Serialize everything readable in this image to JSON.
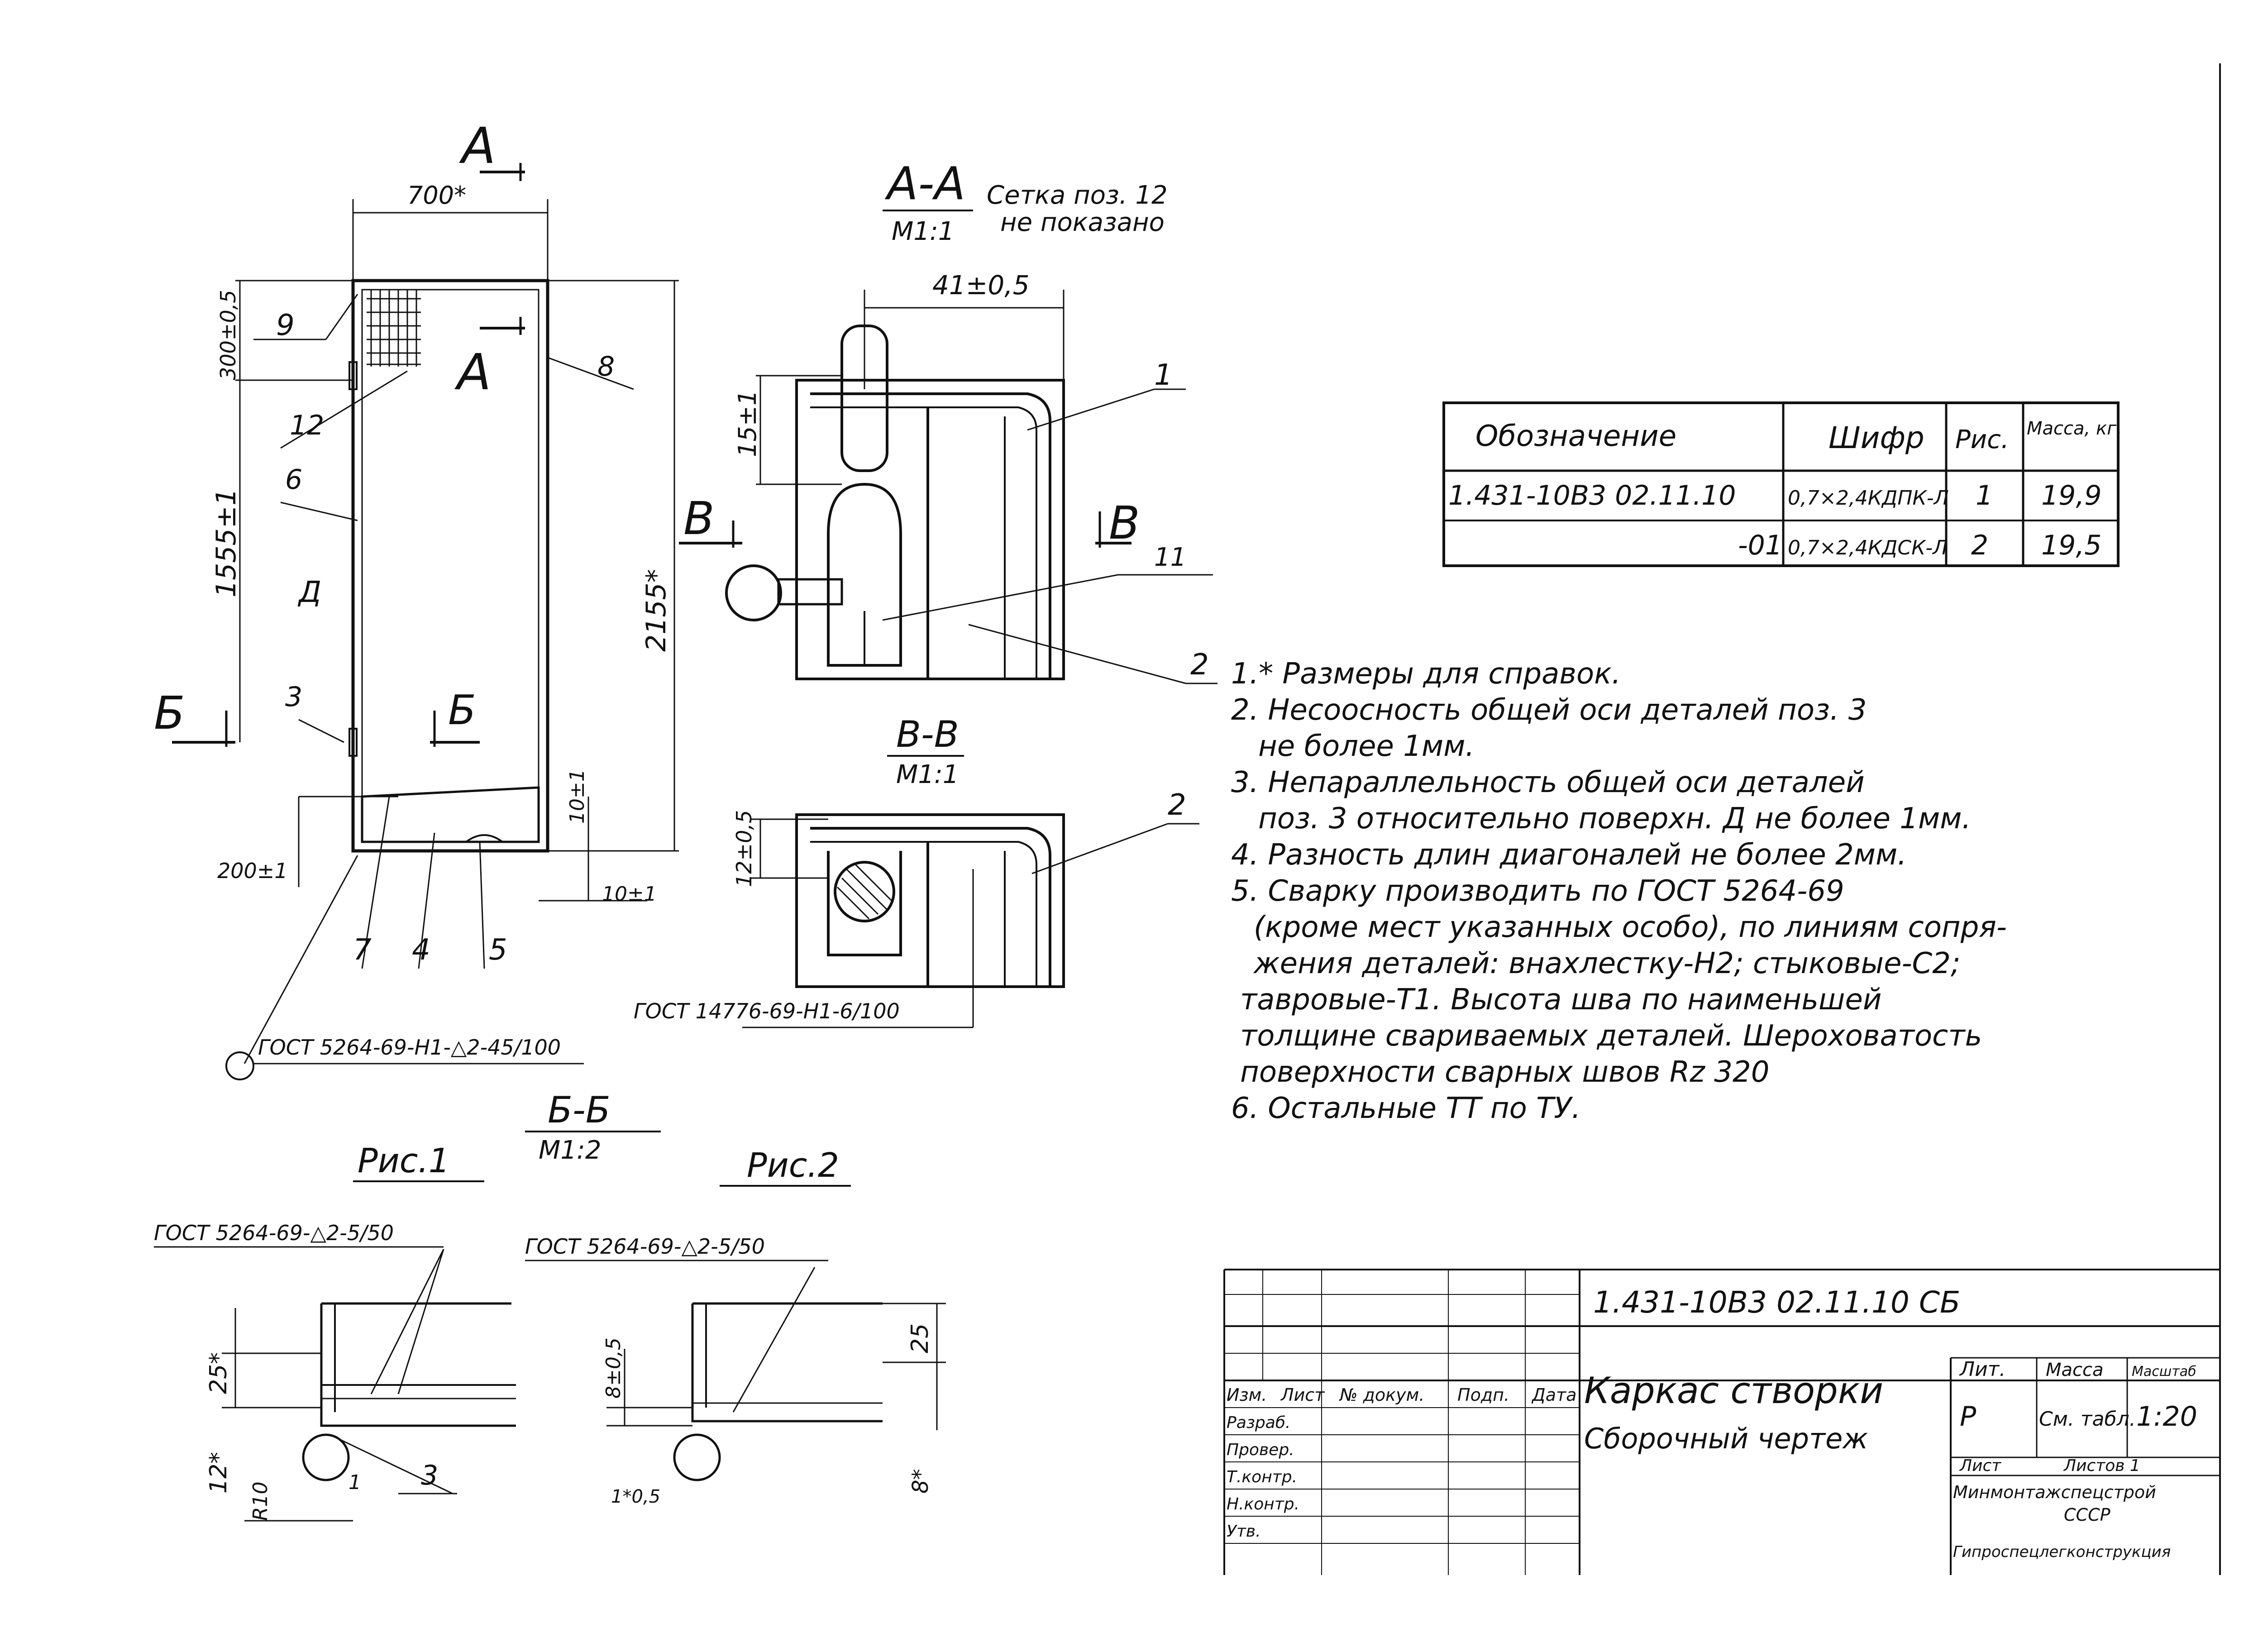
{
  "drawing": {
    "main_view": {
      "width_dim": "700*",
      "height_dim": "2155*",
      "dim_300": "300±0,5",
      "dim_1555": "1555±1",
      "dim_200": "200±1",
      "dim_10a": "10±1",
      "dim_10b": "10±1",
      "section_letter_a": "А",
      "section_letter_b": "Б",
      "surface_d": "Д",
      "pos_labels": {
        "p9": "9",
        "p12": "12",
        "p6": "6",
        "p3": "3",
        "p8": "8",
        "p7": "7",
        "p4": "4",
        "p5": "5"
      },
      "weld_note": "ГОСТ 5264-69-Н1-△2-45/100"
    },
    "section_aa": {
      "title": "А-А",
      "scale": "М1:1",
      "note_line1": "Сетка поз. 12",
      "note_line2": "не показано",
      "dim_41": "41±0,5",
      "dim_15": "15±1",
      "letter_v": "В",
      "pos1": "1",
      "pos11": "11",
      "pos2": "2"
    },
    "section_vv": {
      "title": "В-В",
      "scale": "М1:1",
      "dim_12": "12±0,5",
      "pos2": "2",
      "weld_note": "ГОСТ 14776-69-Н1-6/100"
    },
    "section_bb": {
      "title": "Б-Б",
      "scale": "М1:2",
      "fig1": "Рис.1",
      "fig2": "Рис.2",
      "weld1": "ГОСТ 5264-69-△2-5/50",
      "weld2": "ГОСТ 5264-69-△2-5/50",
      "dim_25a": "25*",
      "dim_12": "12*",
      "dim_r10": "R10",
      "pos3": "3",
      "pos1": "1",
      "dim_25b": "25",
      "dim_8a": "8±0,5",
      "dim_8b": "8*",
      "dim_1": "1*0,5"
    }
  },
  "spec_table": {
    "headers": [
      "Обозначение",
      "Шифр",
      "Рис.",
      "Масса, кг."
    ],
    "rows": [
      [
        "1.431-10В3 02.11.10",
        "0,7×2,4КДПК-Л",
        "1",
        "19,9"
      ],
      [
        "-01",
        "0,7×2,4КДСК-Л",
        "2",
        "19,5"
      ]
    ]
  },
  "notes": [
    "1.* Размеры для справок.",
    "2. Несоосность общей оси деталей поз. 3",
    "не более 1мм.",
    "3. Непараллельность общей оси деталей",
    "поз. 3 относительно поверхн. Д не более 1мм.",
    "4. Разность длин диагоналей не более 2мм.",
    "5. Сварку производить по ГОСТ 5264-69",
    "(кроме мест указанных особо), по линиям сопря-",
    "жения деталей: внахлестку-Н2; стыковые-С2;",
    "тавровые-Т1. Высота шва по наименьшей",
    "толщине свариваемых деталей. Шероховатость",
    "поверхности сварных швов Rz 320",
    "6. Остальные ТТ по ТУ."
  ],
  "title_block": {
    "designation": "1.431-10В3 02.11.10 СБ",
    "name_line1": "Каркас створки",
    "name_line2": "Сборочный чертеж",
    "col_headers": [
      "Изм.",
      "Лист",
      "№ докум.",
      "Подп.",
      "Дата"
    ],
    "people_rows": [
      "Разраб.",
      "Провер.",
      "Т.контр.",
      "Н.контр.",
      "Утв."
    ],
    "lit_label": "Лит.",
    "mass_label": "Масса",
    "scale_label": "Масштаб",
    "lit_value": "Р",
    "mass_value": "См. табл.",
    "scale_value": "1:20",
    "sheet_label": "Лист",
    "sheets_label": "Листов 1",
    "org_line1": "Минмонтажспецстрой",
    "org_line2": "СССР",
    "org_line3": "Гипроспецлегконструкция"
  }
}
